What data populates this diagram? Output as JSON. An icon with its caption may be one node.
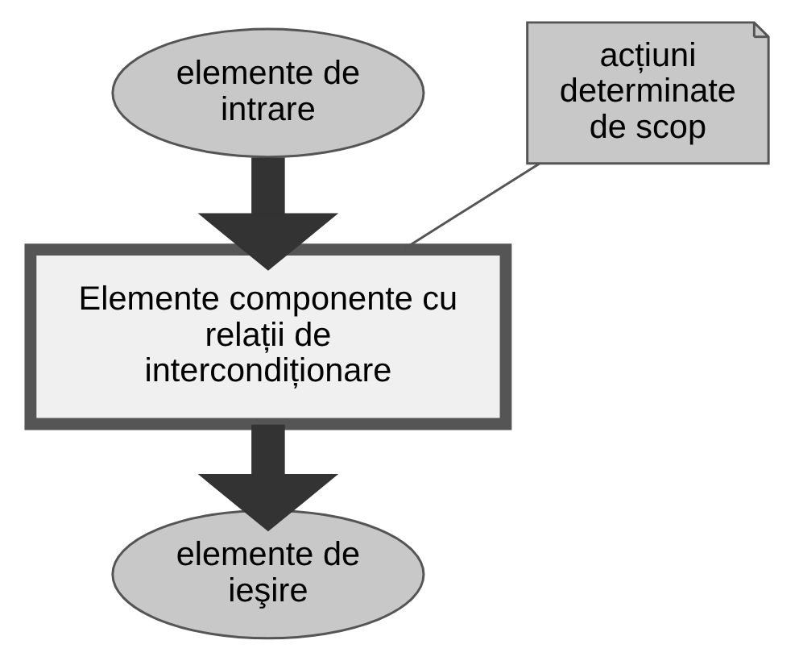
{
  "diagram": {
    "nodes": [
      {
        "text": [
          "elemente de intrare"
        ]
      },
      {
        "text": [
          "acțiuni determinate de scop"
        ]
      },
      {
        "text": [
          "Elemente componente cu relații de intercondiționare"
        ]
      },
      {
        "text": [
          "elemente de ieşire"
        ]
      }
    ],
    "edges": [
      {
        "from": 0,
        "to": 2,
        "arrow": "to"
      },
      {
        "from": 1,
        "to": 2,
        "arrow": "none"
      },
      {
        "from": 2,
        "to": 3,
        "arrow": "to"
      }
    ]
  }
}
